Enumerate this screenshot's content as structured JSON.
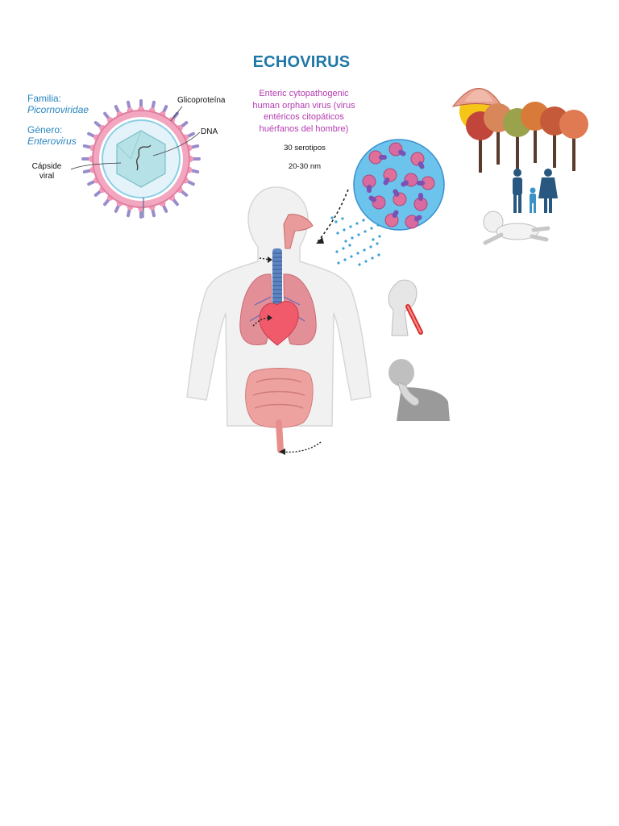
{
  "title": "ECHOVIRUS",
  "taxonomy": {
    "family_label": "Familia:",
    "family_value": "Picornoviridae",
    "genus_label": "Género:",
    "genus_value": "Enterovirus"
  },
  "virion_labels": {
    "glycoprotein": "Glicoproteína",
    "dna": "DNA",
    "capsid": "Cápside viral"
  },
  "virus_name": {
    "full_name": "Enteric cytopathogenic human orphan virus (virus entéricos citopáticos huérfanos del hombre)",
    "serotypes": "30 serotipos",
    "size": "20-30 nm"
  },
  "colors": {
    "title": "#1f77a8",
    "taxonomy": "#2a86c0",
    "virus_name": "#b43bb0"
  }
}
